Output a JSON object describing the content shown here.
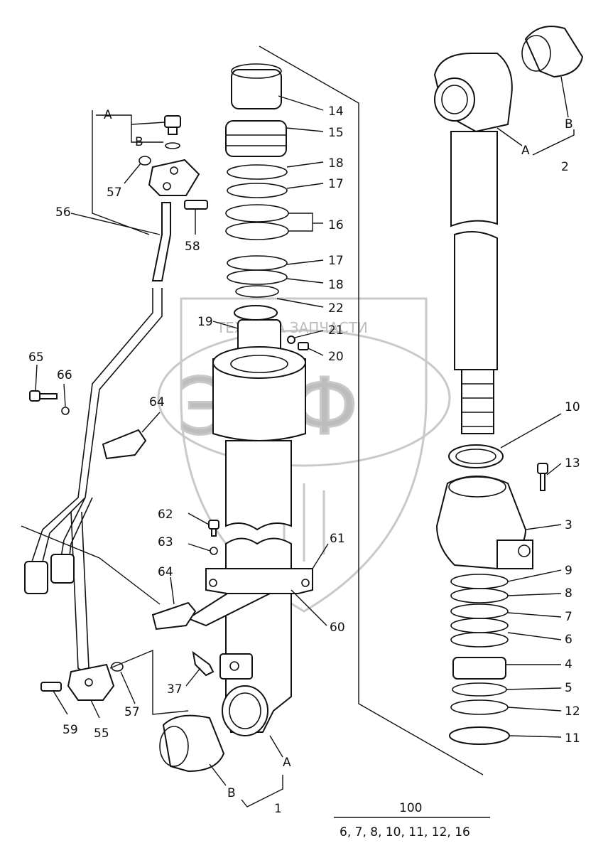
{
  "watermark": {
    "brand_text": "ТЕХНИКА ЗАПЧАСТИ",
    "logo_text": "ЭПФ"
  },
  "labels": {
    "p1": "1",
    "p2": "2",
    "p3": "3",
    "p4": "4",
    "p5": "5",
    "p6": "6",
    "p7": "7",
    "p8": "8",
    "p9": "9",
    "p10": "10",
    "p11": "11",
    "p12": "12",
    "p13": "13",
    "p14": "14",
    "p15": "15",
    "p16": "16",
    "p17a": "17",
    "p17b": "17",
    "p18a": "18",
    "p18b": "18",
    "p19": "19",
    "p20": "20",
    "p21": "21",
    "p22": "22",
    "p37": "37",
    "p55": "55",
    "p56": "56",
    "p57a": "57",
    "p57b": "57",
    "p58": "58",
    "p59": "59",
    "p60": "60",
    "p61": "61",
    "p62": "62",
    "p63": "63",
    "p64a": "64",
    "p64b": "64",
    "p65": "65",
    "p66": "66",
    "A1": "A",
    "B1": "B",
    "A2": "A",
    "B2": "B",
    "A3": "A",
    "B3": "B",
    "kit_number": "100",
    "kit_parts": "6, 7, 8, 10, 11, 12, 16"
  }
}
